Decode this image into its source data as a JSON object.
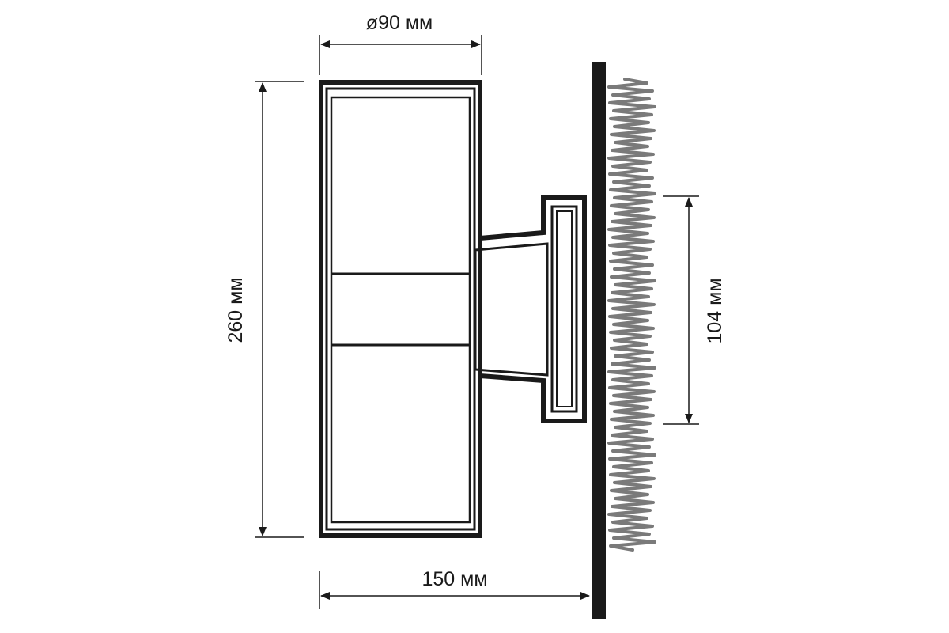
{
  "dimensions": {
    "diameter": "ø90 мм",
    "height": "260 мм",
    "depth": "150 мм",
    "mount_height": "104 мм"
  },
  "colors": {
    "outline": "#1a1a1a",
    "wall_hatch": "#7a7a7a",
    "background": "#ffffff"
  }
}
